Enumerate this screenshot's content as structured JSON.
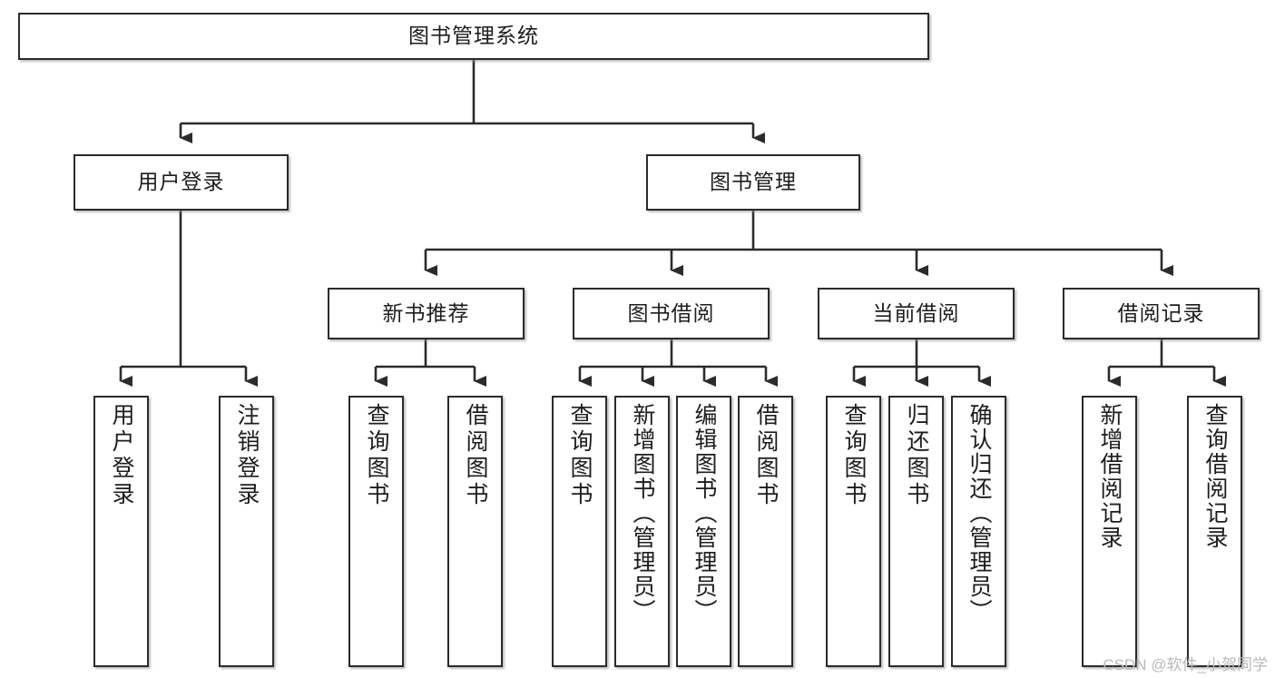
{
  "diagram": {
    "type": "tree",
    "title": "图书管理系统",
    "watermark": "CSDN @软件_小贺同学",
    "colors": {
      "box_border": "#2b2b2b",
      "box_fill": "#ffffff",
      "connector": "#2b2b2b",
      "text": "#1d1d1d",
      "watermark": "#b9b9b9"
    },
    "nodes": {
      "root": {
        "label": "图书管理系统"
      },
      "level2": [
        {
          "label": "用户登录"
        },
        {
          "label": "图书管理"
        }
      ],
      "level3": [
        {
          "label": "新书推荐"
        },
        {
          "label": "图书借阅"
        },
        {
          "label": "当前借阅"
        },
        {
          "label": "借阅记录"
        }
      ],
      "leaves_user_login": [
        {
          "label": "用户登录"
        },
        {
          "label": "注销登录"
        }
      ],
      "leaves_new_books": [
        {
          "label": "查询图书"
        },
        {
          "label": "借阅图书"
        }
      ],
      "leaves_book_borrow": [
        {
          "label": "查询图书"
        },
        {
          "label": "新增图书（管理员）"
        },
        {
          "label": "编辑图书（管理员）"
        },
        {
          "label": "借阅图书"
        }
      ],
      "leaves_current_borrow": [
        {
          "label": "查询图书"
        },
        {
          "label": "归还图书"
        },
        {
          "label": "确认归还（管理员）"
        }
      ],
      "leaves_borrow_records": [
        {
          "label": "新增借阅记录"
        },
        {
          "label": "查询借阅记录"
        }
      ]
    }
  }
}
